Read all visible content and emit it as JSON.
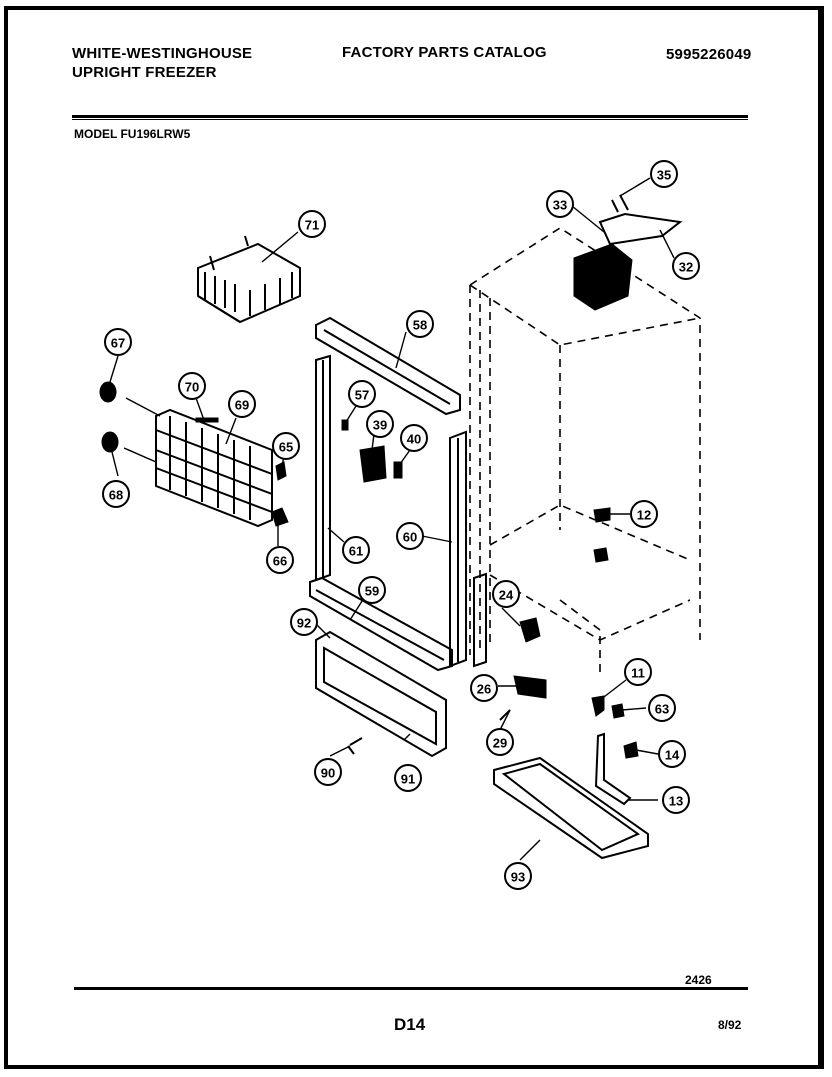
{
  "header": {
    "brand_line1": "WHITE-WESTINGHOUSE",
    "brand_line2": "UPRIGHT FREEZER",
    "catalog_title": "FACTORY PARTS CATALOG",
    "part_number": "5995226049"
  },
  "model_label": "MODEL FU196LRW5",
  "callouts": [
    {
      "id": "71",
      "label": "71"
    },
    {
      "id": "35",
      "label": "35"
    },
    {
      "id": "33",
      "label": "33"
    },
    {
      "id": "32",
      "label": "32"
    },
    {
      "id": "58",
      "label": "58"
    },
    {
      "id": "67",
      "label": "67"
    },
    {
      "id": "70",
      "label": "70"
    },
    {
      "id": "69",
      "label": "69"
    },
    {
      "id": "57",
      "label": "57"
    },
    {
      "id": "39",
      "label": "39"
    },
    {
      "id": "40",
      "label": "40"
    },
    {
      "id": "65",
      "label": "65"
    },
    {
      "id": "68",
      "label": "68"
    },
    {
      "id": "12",
      "label": "12"
    },
    {
      "id": "66",
      "label": "66"
    },
    {
      "id": "61",
      "label": "61"
    },
    {
      "id": "60",
      "label": "60"
    },
    {
      "id": "59",
      "label": "59"
    },
    {
      "id": "24",
      "label": "24"
    },
    {
      "id": "92",
      "label": "92"
    },
    {
      "id": "11",
      "label": "11"
    },
    {
      "id": "26",
      "label": "26"
    },
    {
      "id": "63",
      "label": "63"
    },
    {
      "id": "29",
      "label": "29"
    },
    {
      "id": "14",
      "label": "14"
    },
    {
      "id": "90",
      "label": "90"
    },
    {
      "id": "91",
      "label": "91"
    },
    {
      "id": "13",
      "label": "13"
    },
    {
      "id": "93",
      "label": "93"
    }
  ],
  "footer": {
    "drawing_number": "2426",
    "page_code": "D14",
    "date": "8/92"
  }
}
